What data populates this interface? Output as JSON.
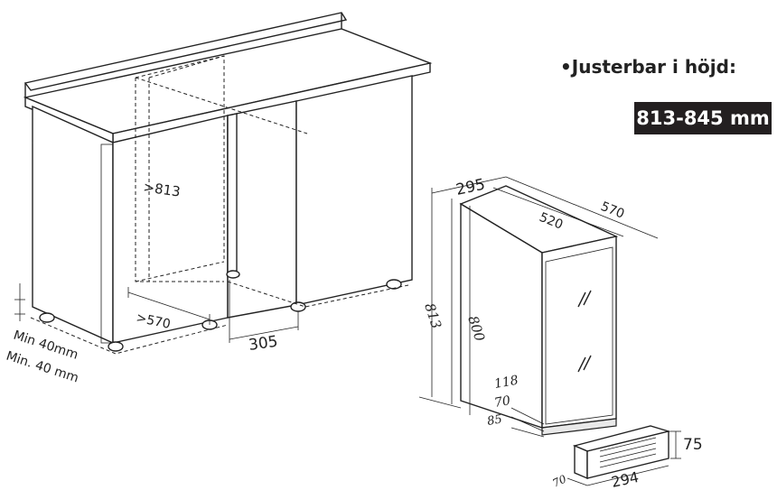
{
  "spec": {
    "adjustable_label": "•Justerbar i höjd:",
    "height_range": "813-845 mm"
  },
  "cabinet": {
    "niche_height": ">813",
    "niche_depth": ">570",
    "niche_width": "305",
    "min_gap_1": "Min 40mm",
    "min_gap_2": "Min. 40 mm"
  },
  "appliance": {
    "width": "295",
    "depth_total": "570",
    "depth_body": "520",
    "height_total": "813",
    "height_body": "800",
    "base_118": "118",
    "base_70": "70",
    "base_85": "85"
  },
  "kick_plate": {
    "height": "75",
    "width": "294",
    "depth": "70"
  }
}
